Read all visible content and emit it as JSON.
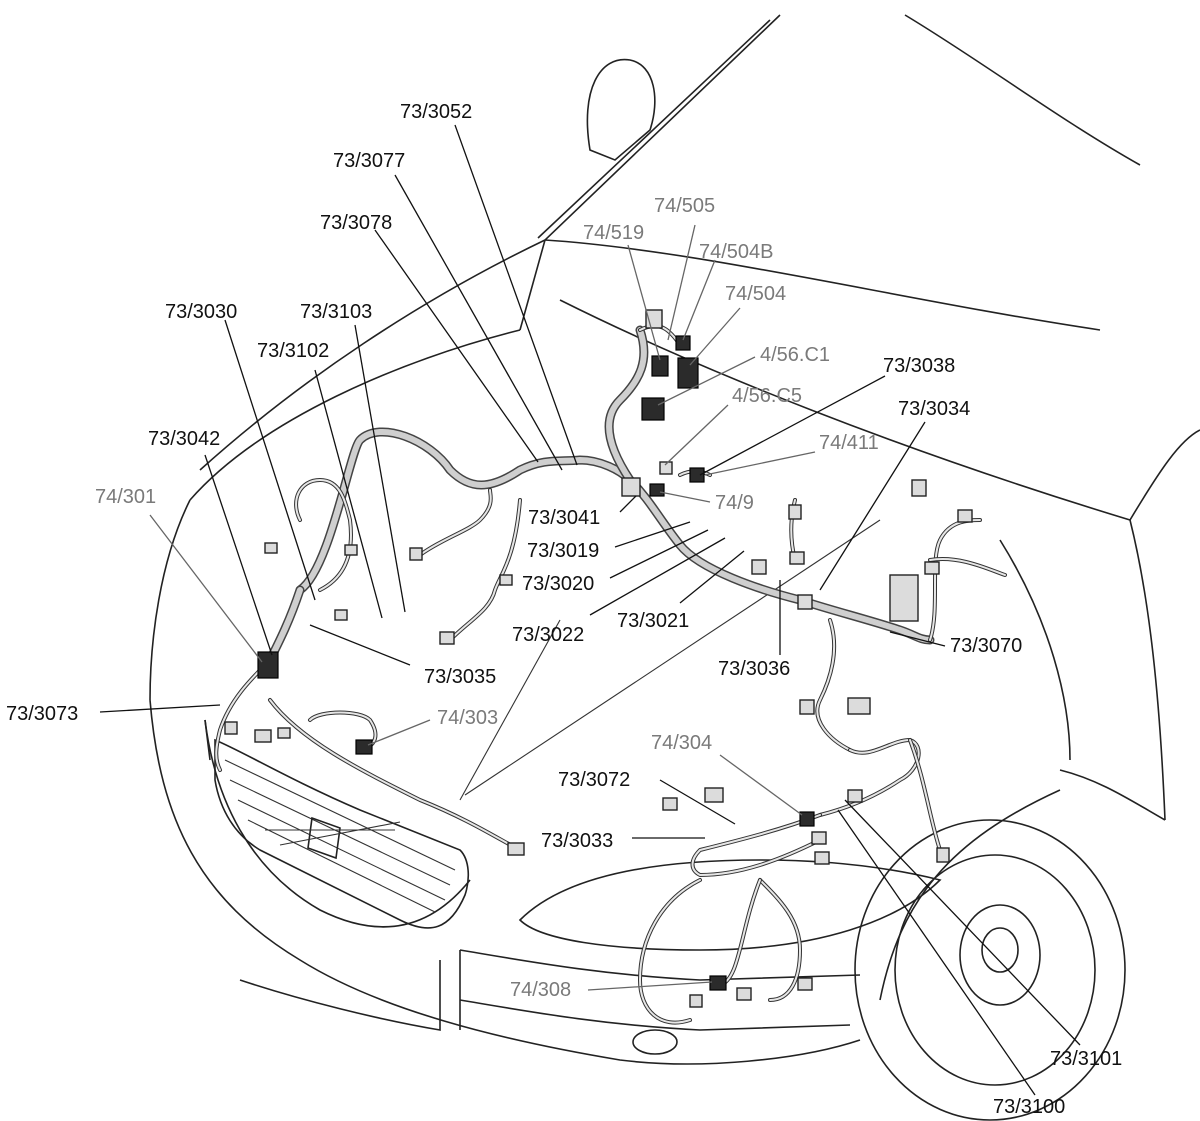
{
  "labels": {
    "l3052": "73/3052",
    "l3077": "73/3077",
    "l3078": "73/3078",
    "l3030": "73/3030",
    "l3103": "73/3103",
    "l3102": "73/3102",
    "l3042": "73/3042",
    "l301": "74/301",
    "l3073": "73/3073",
    "l3035": "73/3035",
    "l303": "74/303",
    "l519": "74/519",
    "l505": "74/505",
    "l504B": "74/504B",
    "l504": "74/504",
    "l456c1": "4/56.C1",
    "l456c5": "4/56.C5",
    "l3038": "73/3038",
    "l3034": "73/3034",
    "l411": "74/411",
    "l749": "74/9",
    "l3041": "73/3041",
    "l3019": "73/3019",
    "l3020": "73/3020",
    "l3022": "73/3022",
    "l3021": "73/3021",
    "l3036": "73/3036",
    "l3070": "73/3070",
    "l304": "74/304",
    "l3072": "73/3072",
    "l3033": "73/3033",
    "l308": "74/308",
    "l3101": "73/3101",
    "l3100": "73/3100"
  },
  "colors": {
    "label_black": "#111111",
    "label_grey": "#7a7a7a",
    "harness": "#cfcfcf"
  }
}
